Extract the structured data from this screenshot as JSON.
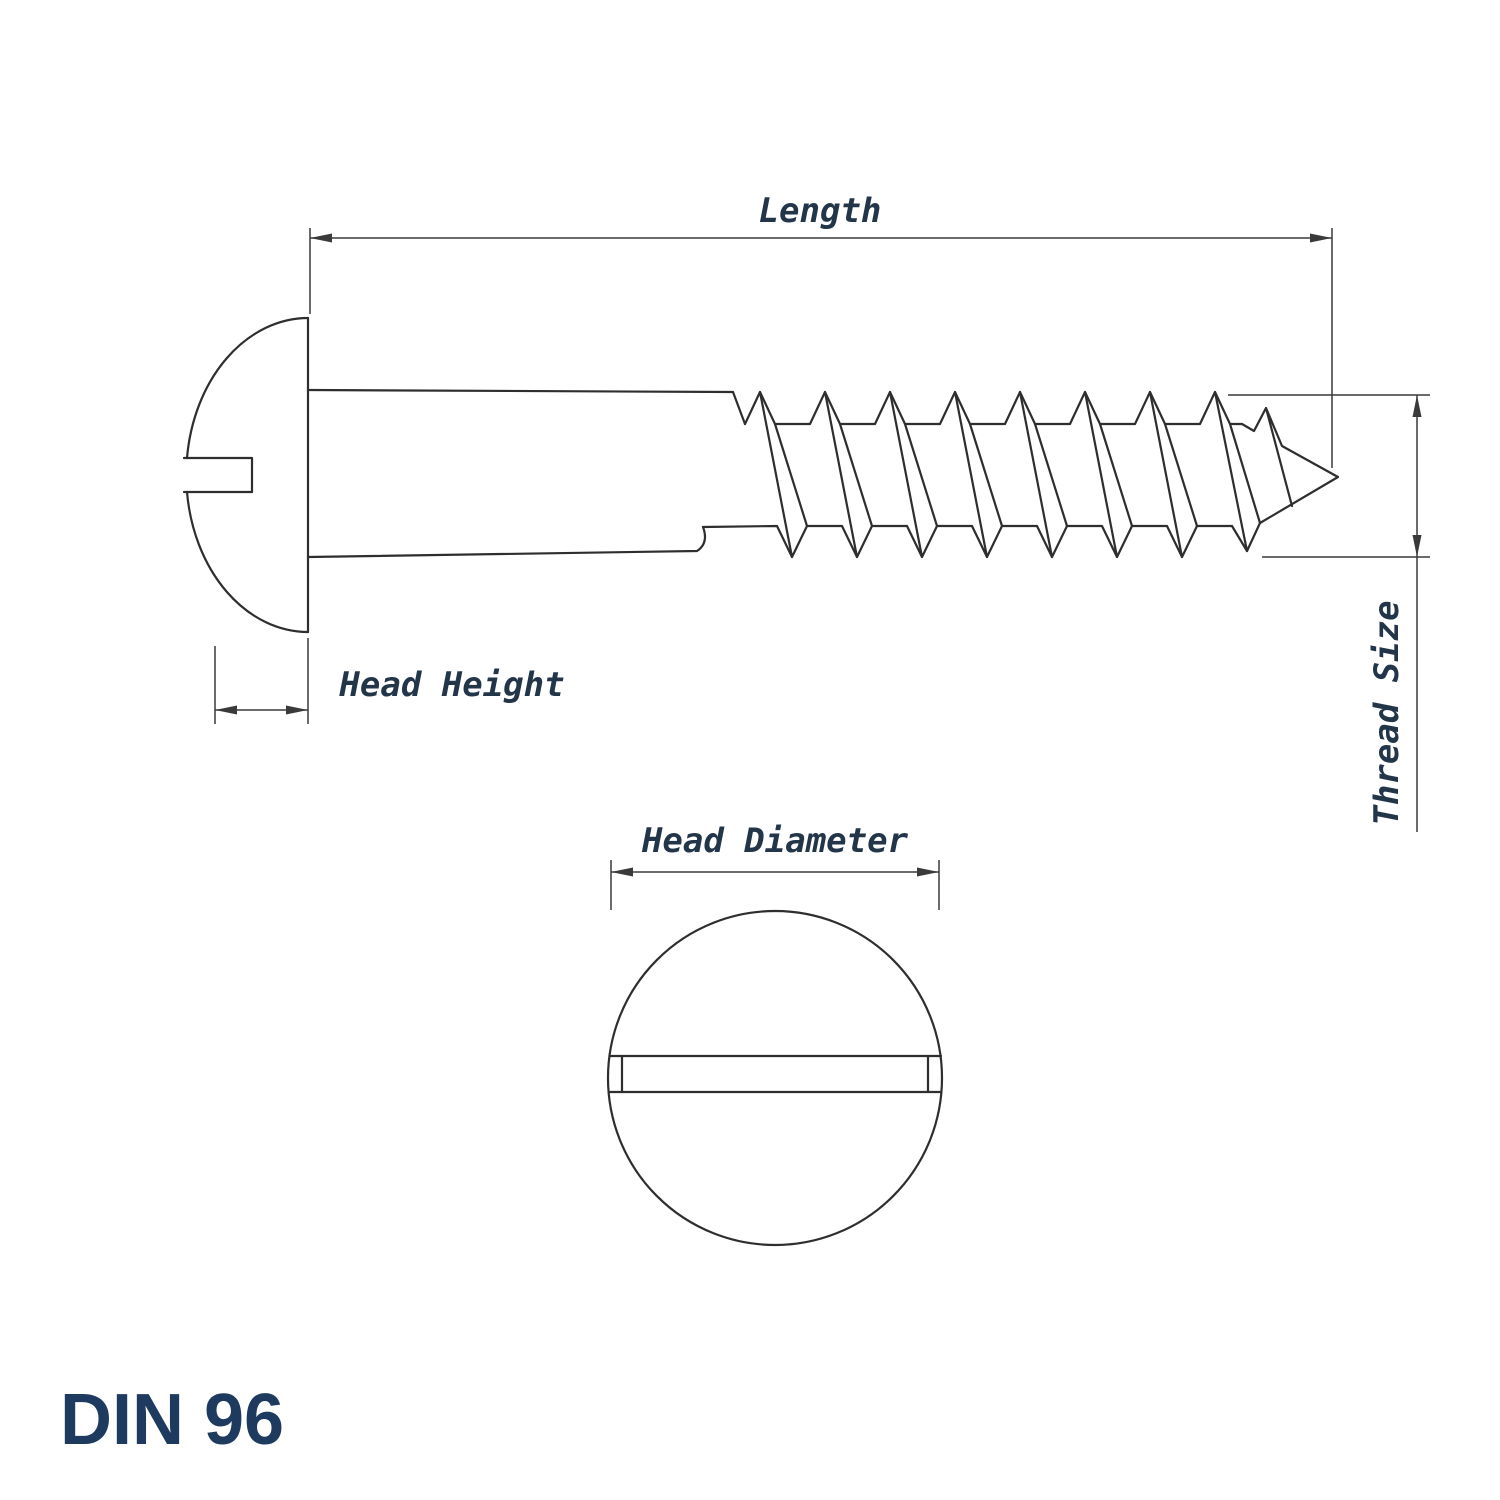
{
  "title": "DIN 96",
  "diagram": {
    "type": "technical-drawing",
    "subject": "slotted round head wood screw"
  },
  "dimensions": {
    "length": {
      "label": "Length"
    },
    "head_height": {
      "label": "Head Height"
    },
    "thread_size": {
      "label": "Thread Size"
    },
    "head_diameter": {
      "label": "Head Diameter"
    }
  },
  "colors": {
    "background": "#ffffff",
    "drawing": "#2e2e2e",
    "dimension": "#3a3a3a",
    "label": "#233649",
    "title": "#1e3a5e"
  }
}
